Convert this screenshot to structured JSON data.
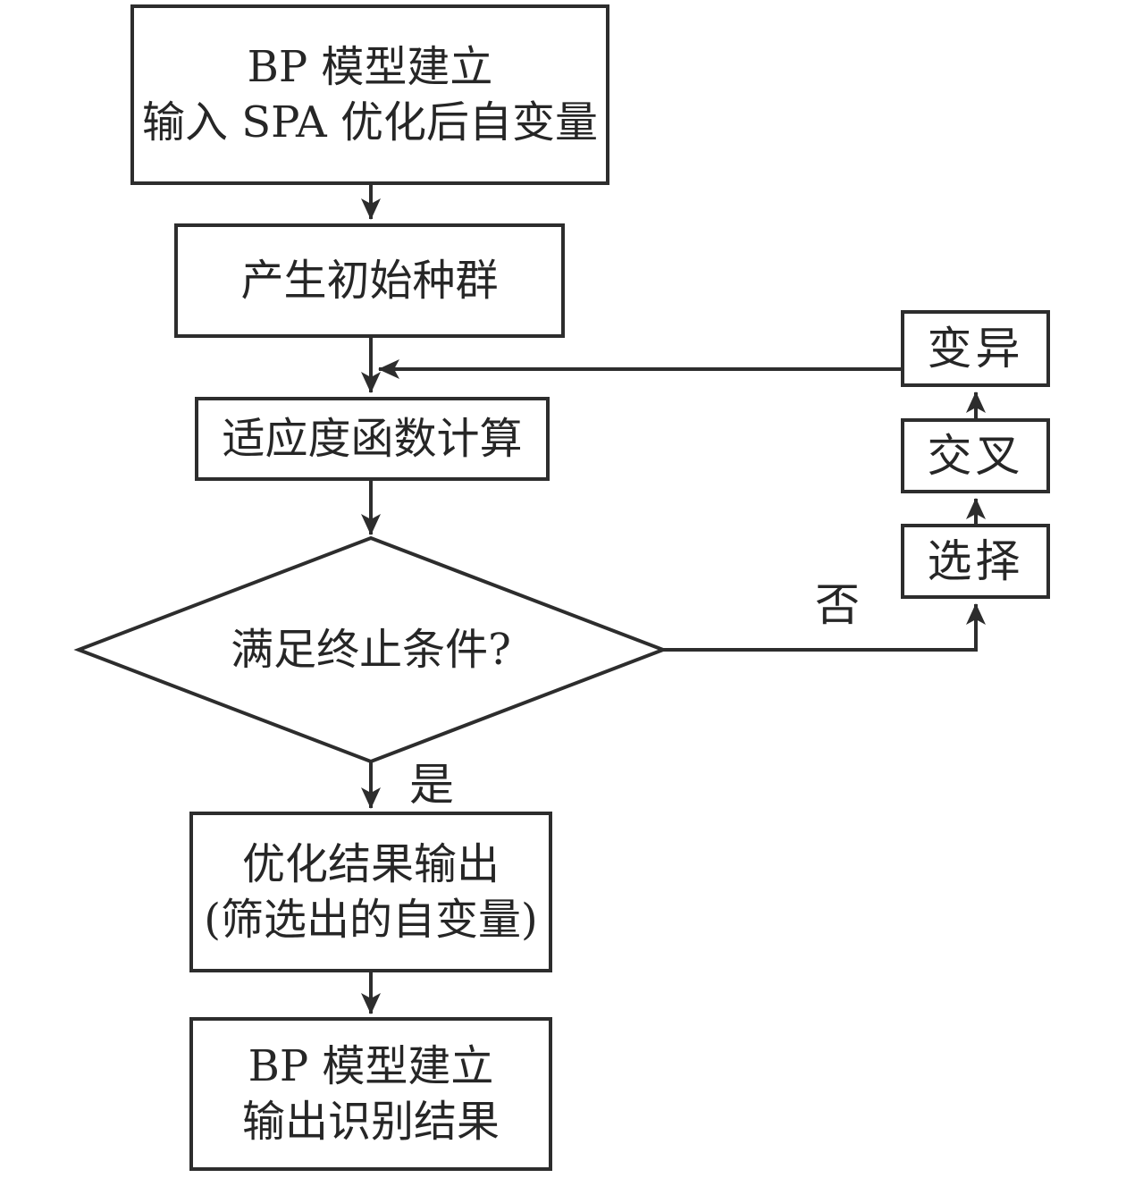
{
  "diagram": {
    "nodes": {
      "bp_input": {
        "line1": "BP 模型建立",
        "line2": "输入 SPA 优化后自变量"
      },
      "init_pop": {
        "label": "产生初始种群"
      },
      "fitness": {
        "label": "适应度函数计算"
      },
      "decision": {
        "label": "满足终止条件?"
      },
      "output": {
        "line1": "优化结果输出",
        "line2": "(筛选出的自变量)"
      },
      "bp_output": {
        "line1": "BP 模型建立",
        "line2": "输出识别结果"
      },
      "mutation": {
        "label": "变异"
      },
      "crossover": {
        "label": "交叉"
      },
      "selection": {
        "label": "选择"
      }
    },
    "edge_labels": {
      "yes": "是",
      "no": "否"
    },
    "colors": {
      "stroke": "#2d2d2d",
      "text": "#262626",
      "background": "#ffffff"
    }
  }
}
